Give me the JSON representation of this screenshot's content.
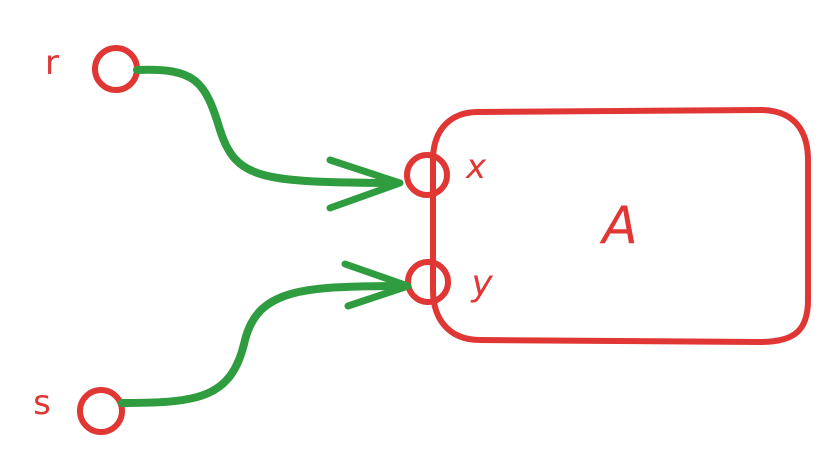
{
  "nodes": {
    "r": {
      "label": "r"
    },
    "s": {
      "label": "s"
    },
    "box": {
      "label": "A",
      "ports": [
        {
          "label": "x"
        },
        {
          "label": "y"
        }
      ]
    }
  },
  "edges": [
    {
      "from": "r",
      "to": "x"
    },
    {
      "from": "s",
      "to": "y"
    }
  ],
  "colors": {
    "node_stroke": "#e03634",
    "edge_stroke": "#2f9d3f",
    "background": "#ffffff"
  }
}
